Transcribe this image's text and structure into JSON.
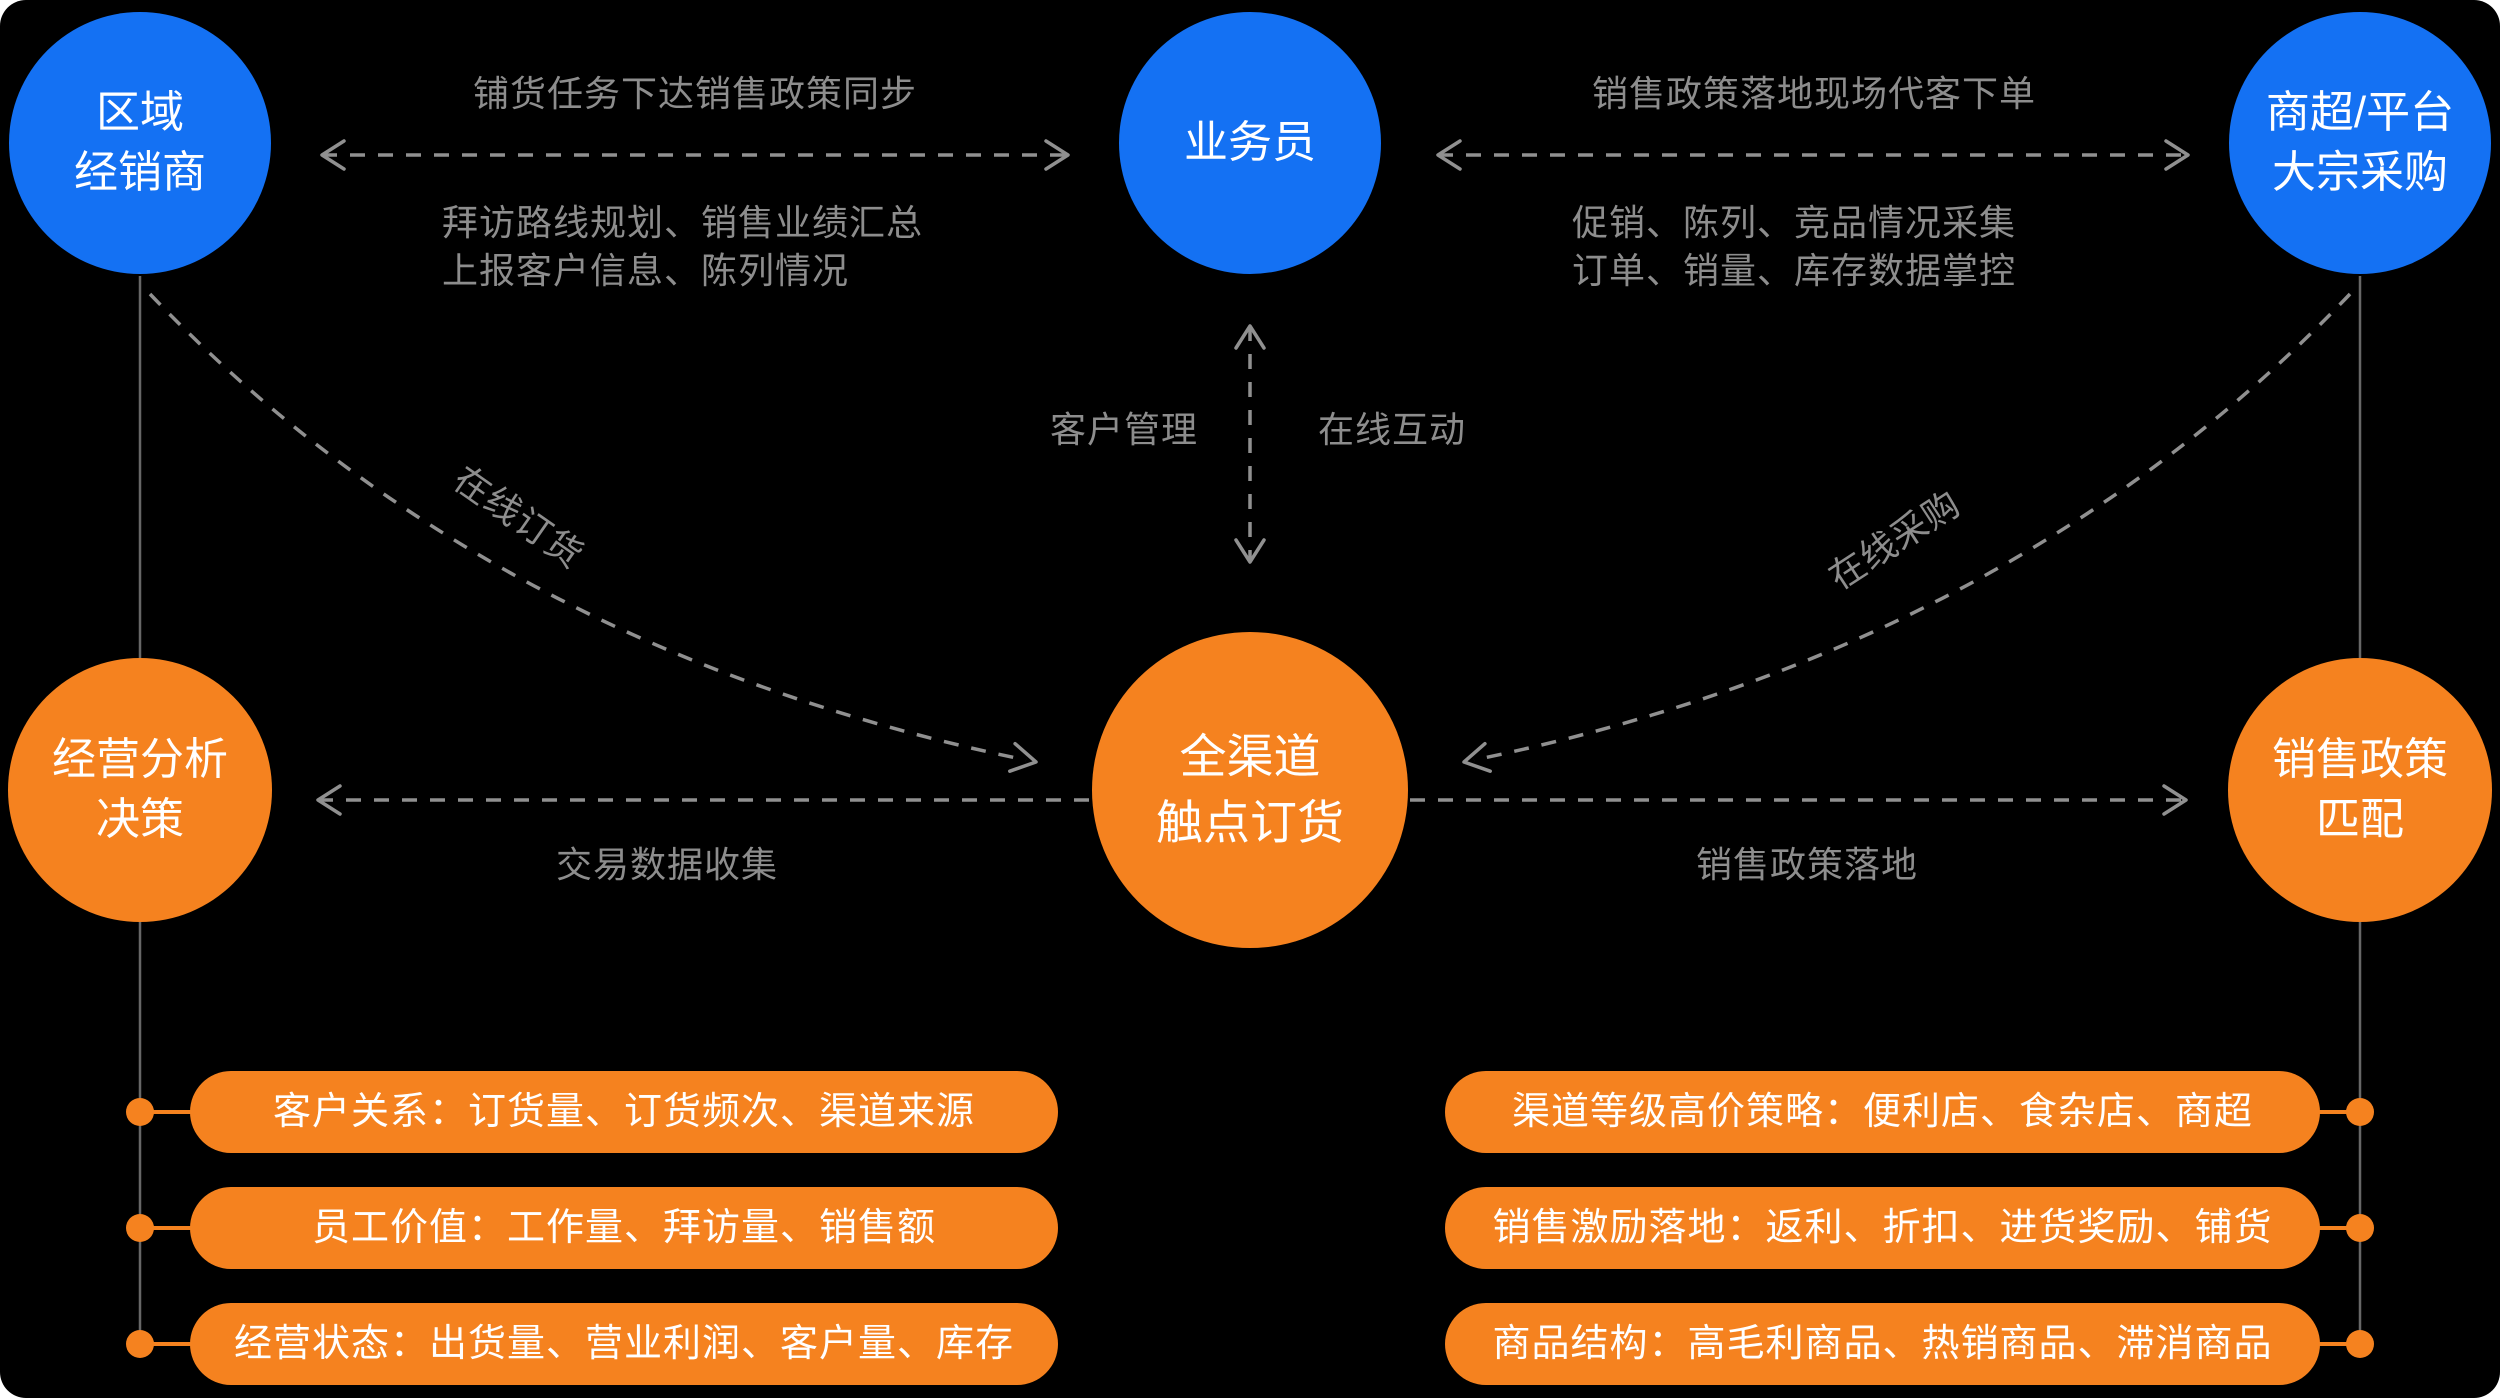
{
  "colors": {
    "blue": "#1471f3",
    "orange": "#f5821f",
    "line_gray": "#909090",
    "gray_text": "#8d8d8d",
    "solid_gray": "#676767",
    "background": "#000000"
  },
  "nodes": {
    "regional_distributor": {
      "line1": "区域",
      "line2": "经销商"
    },
    "salesperson": {
      "line1": "业务员"
    },
    "bulk_purchase": {
      "line1": "商超/平台",
      "line2": "大宗采购"
    },
    "analysis_decision": {
      "line1": "经营分析",
      "line2": "决策"
    },
    "omnichannel_ordering": {
      "line1": "全渠道",
      "line2": "触点订货"
    },
    "policy_matching": {
      "line1": "销售政策",
      "line2": "匹配"
    }
  },
  "labels": {
    "top_left_arrow_above": "铺货任务下达销售政策同步",
    "top_left_arrow_below_line1": "拜访路线规划、销售业绩汇总",
    "top_left_arrow_below_line2": "上报客户信息、陈列情况",
    "top_right_arrow_above": "销售政策落地现场代客下单",
    "top_right_arrow_below_line1": "促销、陈列、竞品情况采集",
    "top_right_arrow_below_line2": "订单、销量、库存数据掌控",
    "vertical_arrow_left": "客户管理",
    "vertical_arrow_right": "在线互动",
    "left_curve": "在线订货",
    "right_curve": "在线采购",
    "mid_arrow_left": "交易数据收集",
    "mid_arrow_right": "销售政策落地"
  },
  "pills": {
    "left": [
      "客户关系：订货量、订货频次、渠道来源",
      "员工价值：工作量、拜访量、销售额",
      "经营状态：出货量、营业利润、客户量、库存"
    ],
    "right": [
      "渠道等级高价策略：便利店、食杂店、商超",
      "销售激励落地：返利、折扣、进货奖励、铺货",
      "商品结构：高毛利商品、热销商品、滞消商品"
    ]
  }
}
